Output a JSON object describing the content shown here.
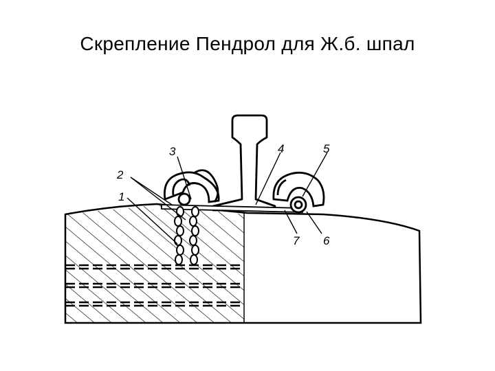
{
  "slide": {
    "title": "Скрепление Пендрол для Ж.б. шпал"
  },
  "diagram": {
    "labels": [
      {
        "id": "1",
        "text": "1"
      },
      {
        "id": "2",
        "text": "2"
      },
      {
        "id": "3",
        "text": "3"
      },
      {
        "id": "4",
        "text": "4"
      },
      {
        "id": "5",
        "text": "5"
      },
      {
        "id": "6",
        "text": "6"
      },
      {
        "id": "7",
        "text": "7"
      }
    ],
    "colors": {
      "ink": "#000000",
      "paper": "#ffffff"
    }
  }
}
